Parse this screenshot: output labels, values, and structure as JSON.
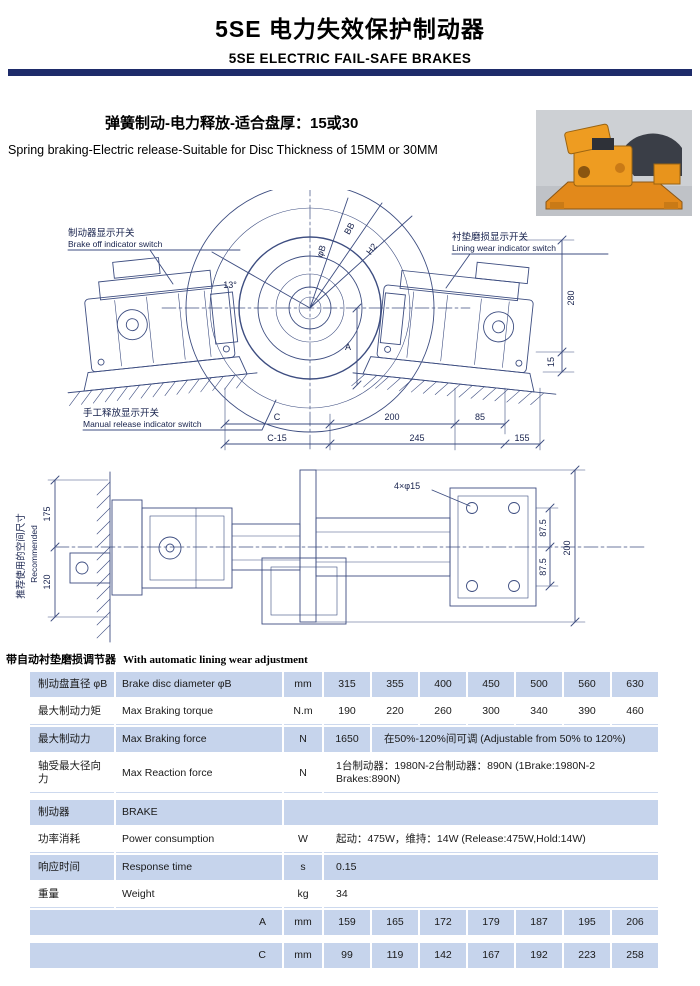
{
  "header": {
    "title_cn": "5SE 电力失效保护制动器",
    "title_en": "5SE ELECTRIC FAIL-SAFE BRAKES"
  },
  "intro": {
    "heading_cn": "弹簧制动-电力释放-适合盘厚：15或30",
    "heading_en": "Spring braking-Electric release-Suitable for Disc Thickness of 15MM or 30MM"
  },
  "drawing": {
    "labels": {
      "brake_off_cn": "制动器显示开关",
      "brake_off_en": "Brake off indicator switch",
      "lining_wear_cn": "衬垫磨损显示开关",
      "lining_wear_en": "Lining wear indicator switch",
      "manual_release_cn": "手工释放显示开关",
      "manual_release_en": "Manual release indicator switch"
    },
    "dims": {
      "phi_b": "φB",
      "bb": "BB",
      "h2": "H2",
      "angle": "13°",
      "a": "A",
      "d280": "280",
      "d15": "15",
      "c": "C",
      "d200": "200",
      "d85": "85",
      "c15": "C-15",
      "d245": "245",
      "d155": "155"
    }
  },
  "plan": {
    "bolt_note": "4×φ15",
    "d175": "175",
    "d120": "120",
    "recommended_cn": "推荐使用的空间尺寸",
    "recommended_en": "Recommended",
    "d87a": "87.5",
    "d87b": "87.5",
    "d200": "200"
  },
  "note": {
    "cn": "带自动衬垫磨损调节器",
    "en": "With automatic lining wear adjustment"
  },
  "table1": {
    "rows": [
      {
        "cn": "制动盘直径 φB",
        "en": "Brake disc diameter φB",
        "unit": "mm",
        "values": [
          "315",
          "355",
          "400",
          "450",
          "500",
          "560",
          "630"
        ]
      },
      {
        "cn": "最大制动力矩",
        "en": "Max Braking torque",
        "unit": "N.m",
        "values": [
          "190",
          "220",
          "260",
          "300",
          "340",
          "390",
          "460"
        ]
      },
      {
        "cn": "最大制动力",
        "en": "Max Braking force",
        "unit": "N",
        "value1": "1650",
        "value_span": "在50%-120%间可调 (Adjustable from 50% to 120%)"
      },
      {
        "cn": "轴受最大径向力",
        "en": "Max Reaction force",
        "unit": "N",
        "value_span": "1台制动器：1980N-2台制动器：890N (1Brake:1980N-2 Brakes:890N)"
      }
    ]
  },
  "table2": {
    "header": {
      "cn": "制动器",
      "en": "BRAKE"
    },
    "rows": [
      {
        "cn": "功率消耗",
        "en": "Power consumption",
        "unit": "W",
        "value_span": "起动：475W，维持：14W (Release:475W,Hold:14W)"
      },
      {
        "cn": "响应时间",
        "en": "Response time",
        "unit": "s",
        "value_span": "0.15"
      },
      {
        "cn": "重量",
        "en": "Weight",
        "unit": "kg",
        "value_span": "34"
      },
      {
        "label": "A",
        "unit": "mm",
        "values": [
          "159",
          "165",
          "172",
          "179",
          "187",
          "195",
          "206"
        ]
      },
      {
        "label": "C",
        "unit": "mm",
        "values": [
          "99",
          "119",
          "142",
          "167",
          "192",
          "223",
          "258"
        ]
      }
    ]
  }
}
